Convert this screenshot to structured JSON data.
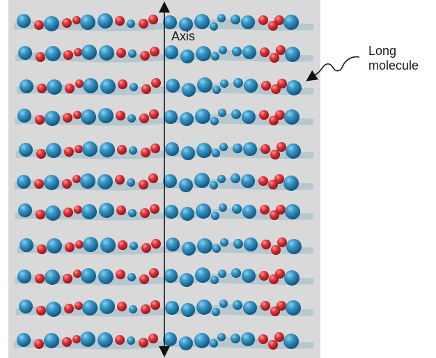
{
  "labels": {
    "axis": "Axis",
    "long_molecule_line1": "Long",
    "long_molecule_line2": "molecule"
  },
  "colors": {
    "panel": "#d9d9d9",
    "band": "#a9c2c9",
    "blue_atom": "#2a87b8",
    "red_atom": "#d92b2e",
    "axis_line": "#111111"
  }
}
